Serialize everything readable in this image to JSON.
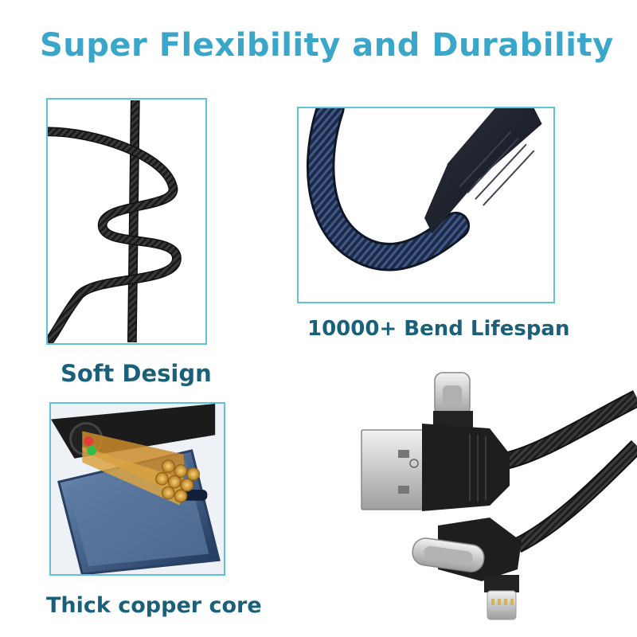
{
  "title": "Super Flexibility and Durability",
  "captions": {
    "soft_design": "Soft Design",
    "bend_lifespan": "10000+ Bend Lifespan",
    "copper_core": "Thick copper core"
  },
  "colors": {
    "title": "#3aa6c9",
    "caption": "#1a607a",
    "frame_border": "#5fc3d8"
  }
}
